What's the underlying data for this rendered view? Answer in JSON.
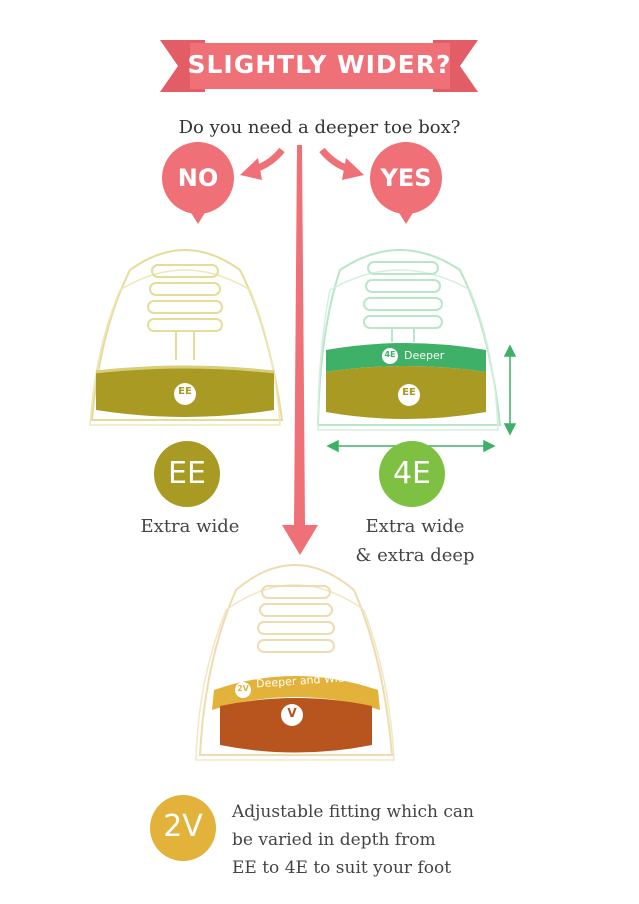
{
  "banner": {
    "title": "SLIGHTLY WIDER?",
    "question": "Do you need a deeper toe box?"
  },
  "choices": {
    "no": "NO",
    "yes": "YES"
  },
  "shoes": {
    "ee": {
      "band_label": "EE",
      "badge": "EE",
      "caption_line1": "Extra wide",
      "caption_line2": ""
    },
    "fe": {
      "band_badge": "4E",
      "band_text": "Deeper",
      "inner_badge": "EE",
      "badge": "4E",
      "caption_line1": "Extra wide",
      "caption_line2": "& extra deep"
    },
    "tv": {
      "band_badge": "2V",
      "band_text": "Deeper and Wider",
      "inner_badge": "V"
    }
  },
  "footer": {
    "badge": "2V",
    "line1": "Adjustable fitting which can",
    "line2": "be varied in depth from",
    "line3": "EE to 4E to suit your foot"
  },
  "colors": {
    "coral": "#ef7077",
    "olive": "#a89a22",
    "green": "#3fb067",
    "lime": "#7ec142",
    "brown": "#b8551f",
    "gold": "#e2b23b"
  }
}
